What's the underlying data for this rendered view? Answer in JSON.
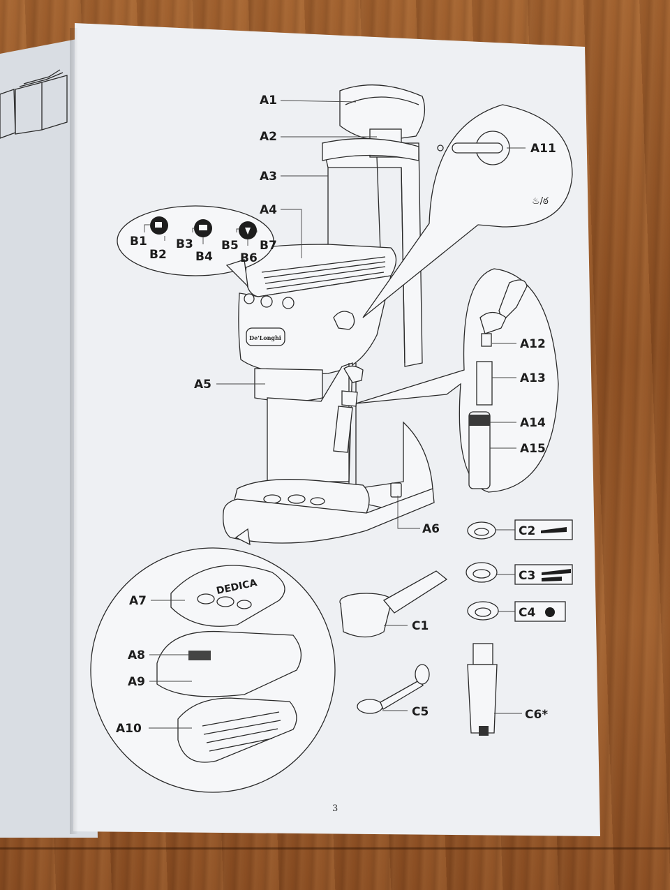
{
  "labels": {
    "A1": "A1",
    "A2": "A2",
    "A3": "A3",
    "A4": "A4",
    "A5": "A5",
    "A6": "A6",
    "A7": "A7",
    "A8": "A8",
    "A9": "A9",
    "A10": "A10",
    "A11": "A11",
    "A12": "A12",
    "A13": "A13",
    "A14": "A14",
    "A15": "A15",
    "B1": "B1",
    "B2": "B2",
    "B3": "B3",
    "B4": "B4",
    "B5": "B5",
    "B6": "B6",
    "B7": "B7",
    "C1": "C1",
    "C2": "C2",
    "C3": "C3",
    "C4": "C4",
    "C5": "C5",
    "C6": "C6*"
  },
  "brand_logo": "De'Longhi",
  "model_logo": "DEDICA",
  "page_number": "3",
  "icons": {
    "b1": "cup-icon",
    "b4": "two-cups-icon",
    "b6": "steam-icon",
    "a11": "steam-hotwater-icon",
    "c2": "single-scoop-icon",
    "c3": "double-scoop-icon",
    "c4": "pod-icon",
    "left_page": "manual-book-icon"
  },
  "colors": {
    "paper": "#eef0f3",
    "ink": "#1d1d1d",
    "table": "#9a5a2b"
  }
}
